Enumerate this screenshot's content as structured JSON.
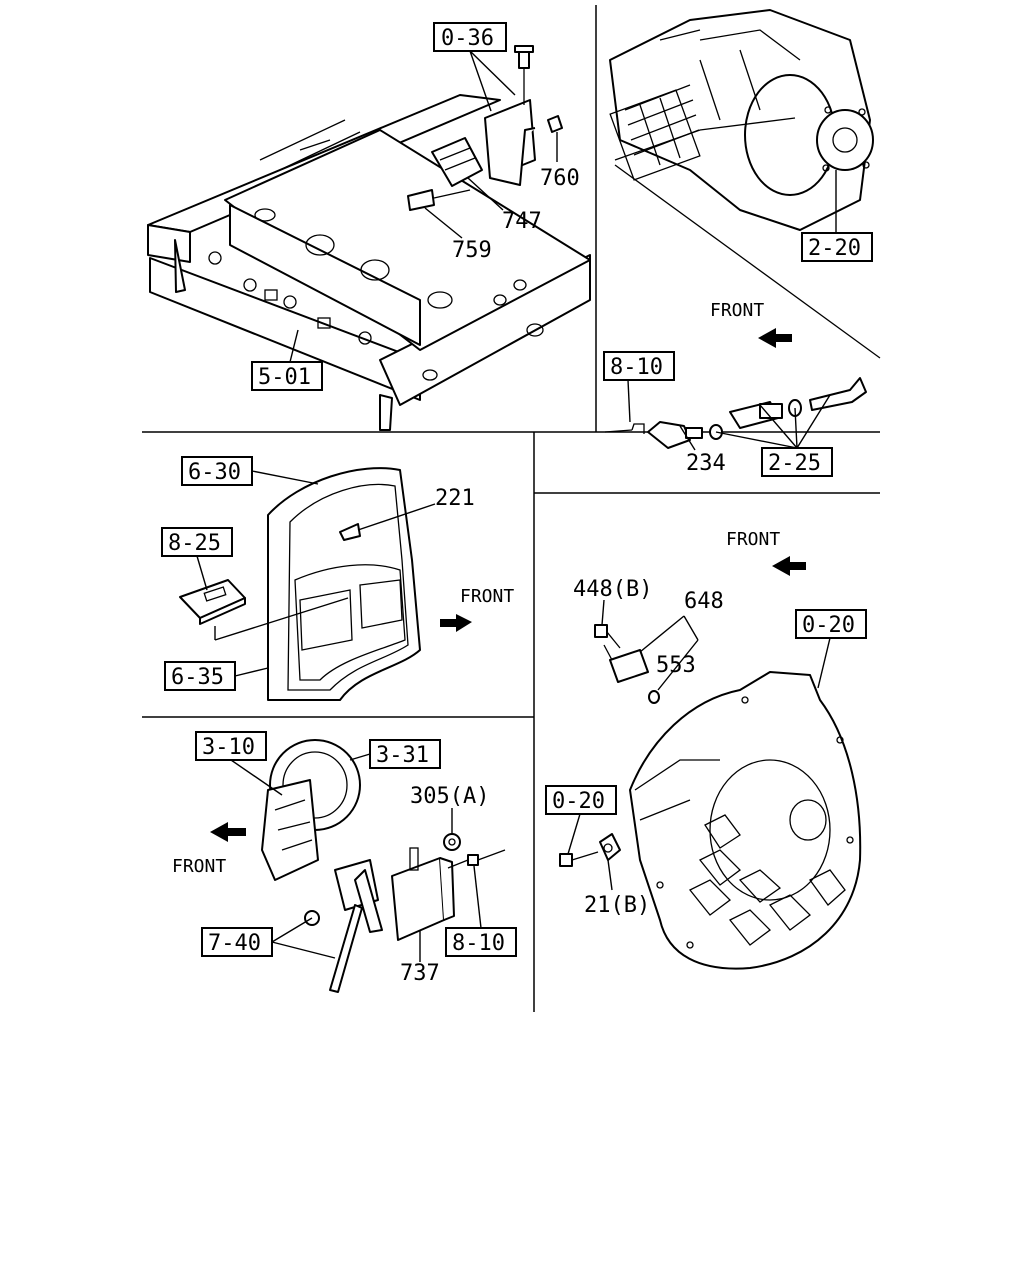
{
  "panels": {
    "frame": {
      "refs": {
        "bracket_ref": "0-36",
        "frame_ref": "5-01"
      },
      "parts": {
        "nut": "760",
        "sensor": "747",
        "bolt": "759"
      }
    },
    "transmission": {
      "refs": {
        "trans_ref": "2-20",
        "harness_ref": "8-10",
        "speedo_ref": "2-25"
      },
      "parts": {
        "speed_sensor": "234"
      },
      "front_label": "FRONT"
    },
    "door": {
      "refs": {
        "door_ref": "6-30",
        "switch_ref": "8-25",
        "trim_ref": "6-35"
      },
      "parts": {
        "sensor": "221"
      },
      "front_label": "FRONT"
    },
    "pedal": {
      "refs": {
        "booster_mount_ref": "3-10",
        "booster_ref": "3-31",
        "pedal_ref": "7-40",
        "harness_ref": "8-10"
      },
      "parts": {
        "nut": "305(A)",
        "module": "737"
      },
      "front_label": "FRONT"
    },
    "flywheel": {
      "refs": {
        "housing_ref": "0-20",
        "bolt_ref": "0-20"
      },
      "parts": {
        "bolt": "448(B)",
        "sensor_set": "648",
        "oring": "553",
        "bracket": "21(B)"
      },
      "front_label": "FRONT"
    }
  }
}
